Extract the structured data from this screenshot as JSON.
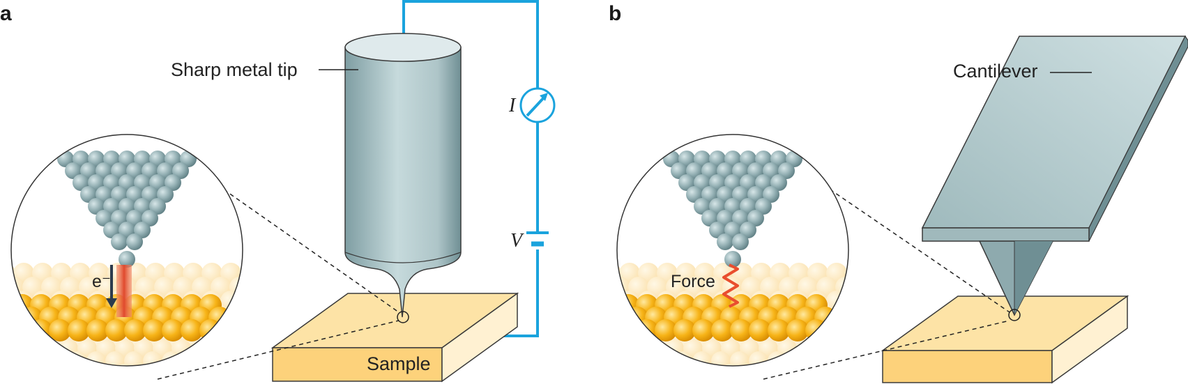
{
  "panels": {
    "a": {
      "letter": "a",
      "tip_label": "Sharp metal tip",
      "sample_label": "Sample",
      "current_symbol": "I",
      "voltage_symbol": "V",
      "electron_label": "e⁻"
    },
    "b": {
      "letter": "b",
      "cantilever_label": "Cantilever",
      "force_label": "Force"
    }
  },
  "colors": {
    "wire": "#1aa3dd",
    "tip_metal": "#a9c3c6",
    "sample_top": "#fde3a6",
    "sample_front": "#fdd27b",
    "atom_gold": "#f7b418",
    "tunnel_beam": "#e0492d",
    "force_spring": "#e94e2e"
  }
}
